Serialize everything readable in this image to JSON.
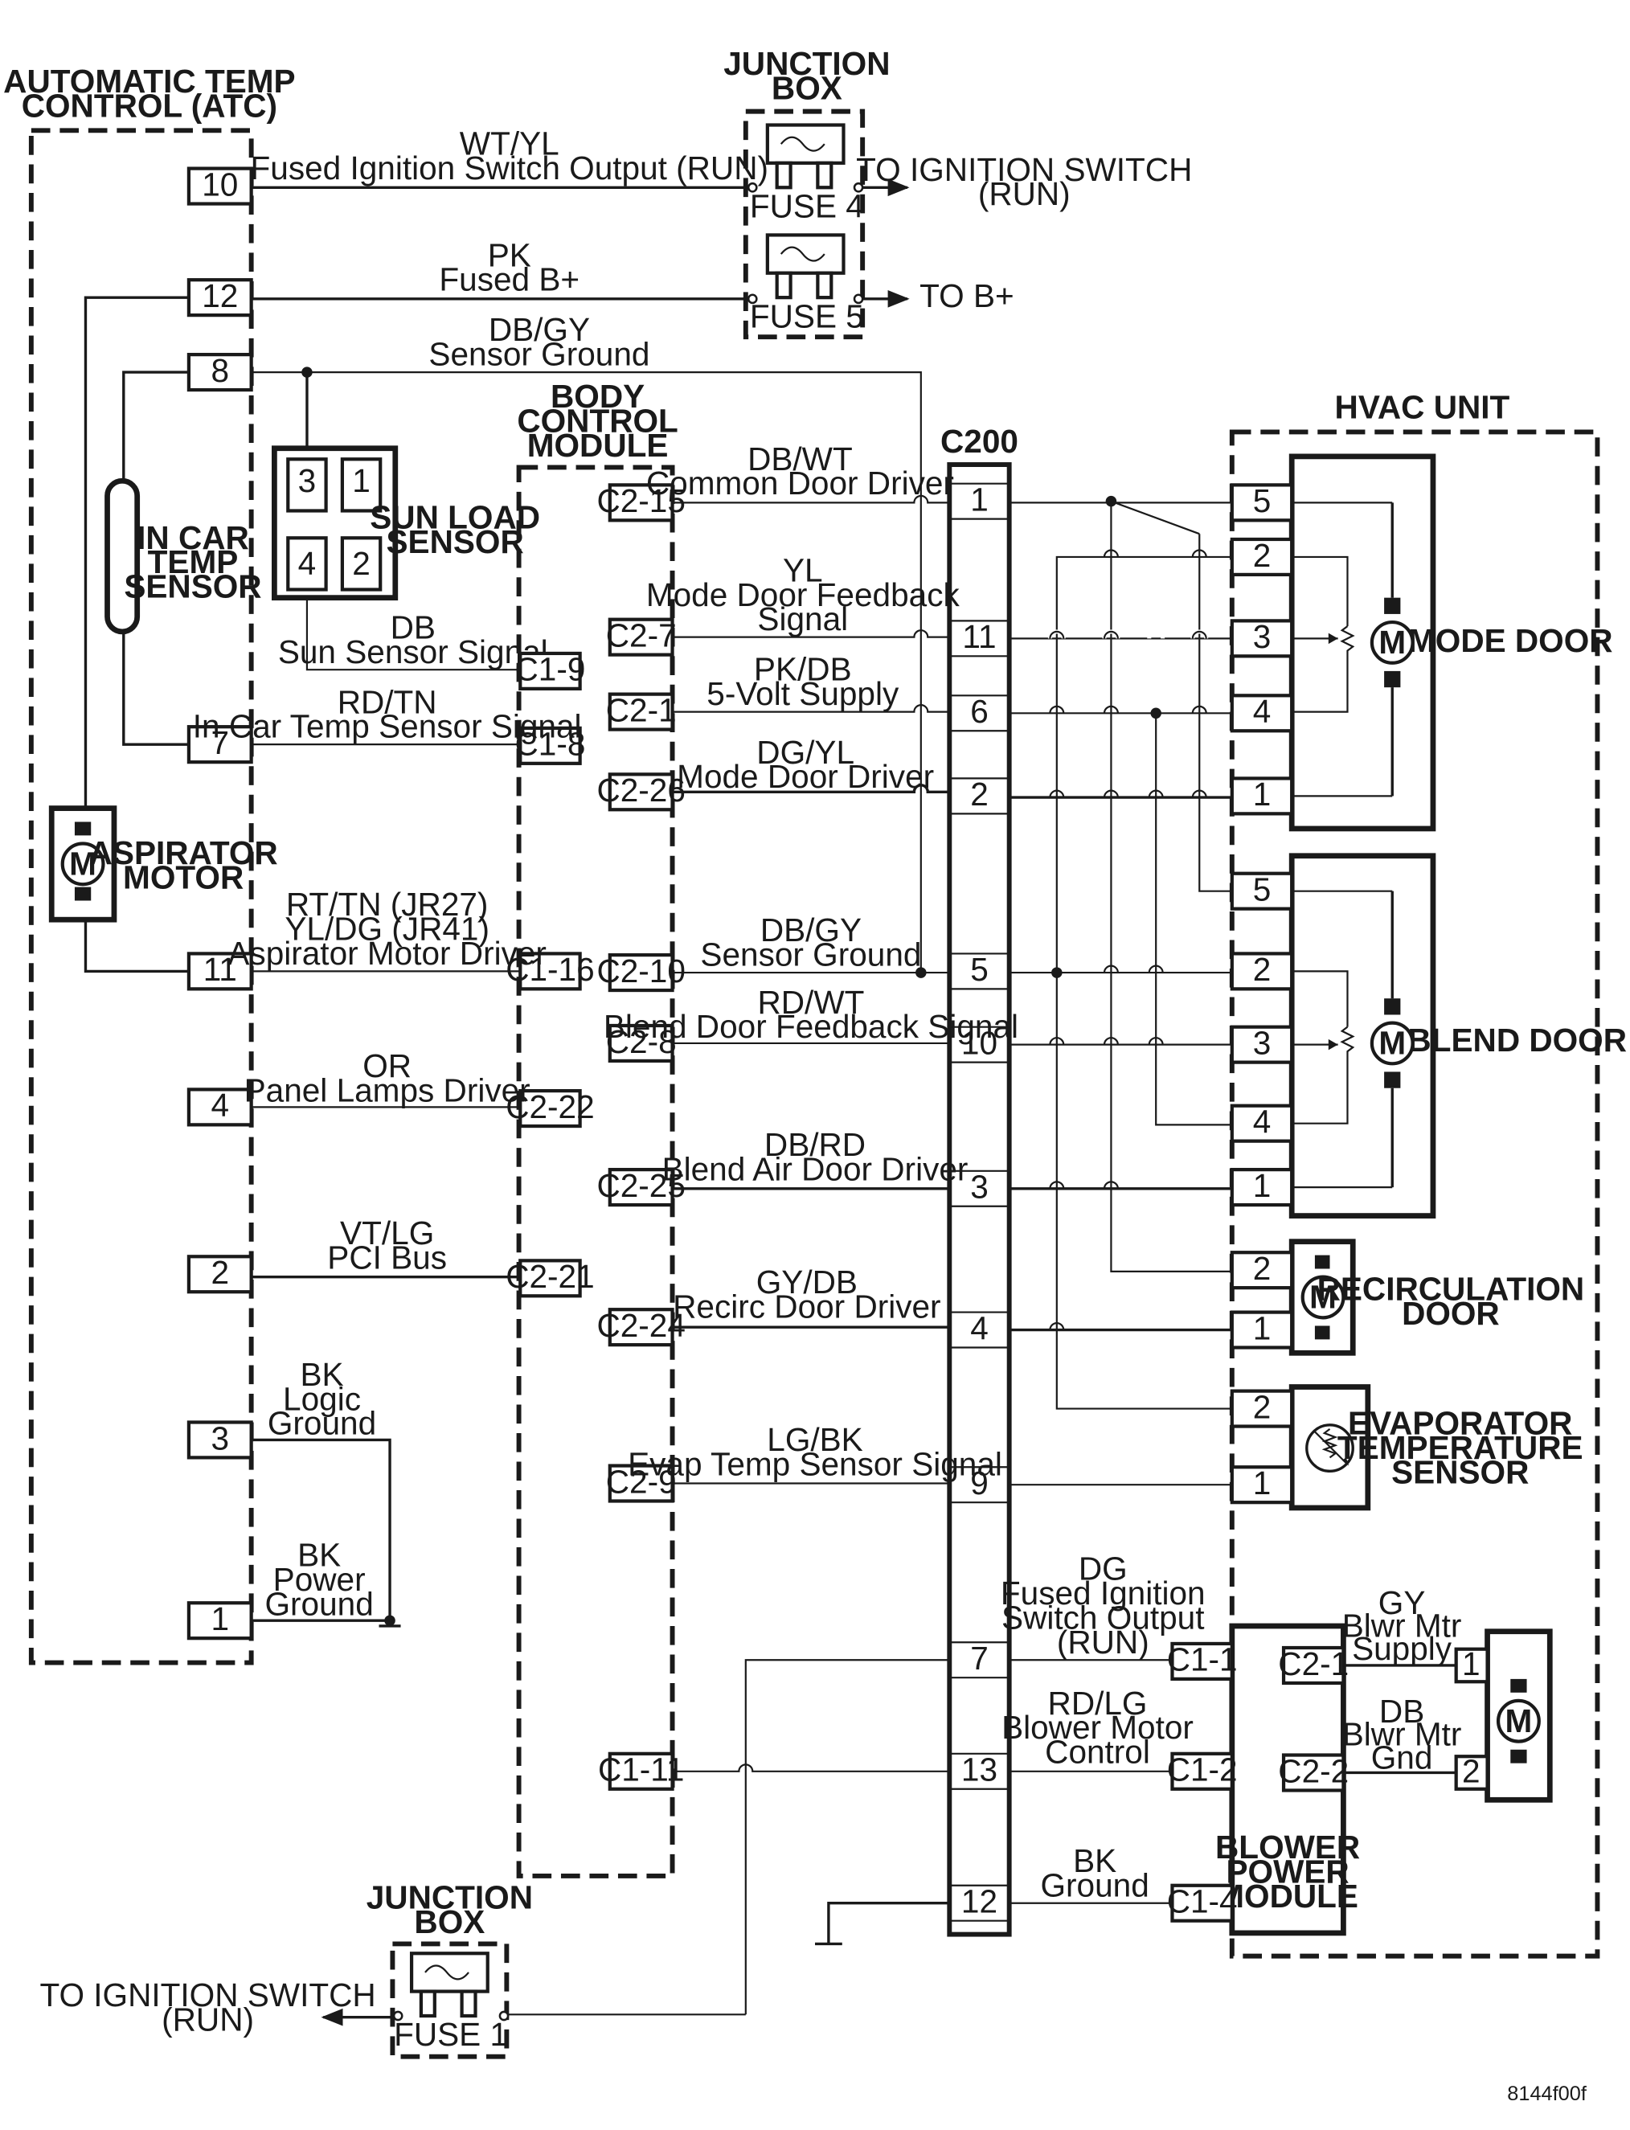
{
  "diagram_id": "8144f00f",
  "modules": {
    "atc": {
      "title_line1": "AUTOMATIC TEMP",
      "title_line2": "CONTROL (ATC)"
    },
    "junction_box_top": {
      "title_line1": "JUNCTION",
      "title_line2": "BOX",
      "fuse4": "FUSE 4",
      "fuse5": "FUSE 5"
    },
    "junction_box_bottom": {
      "title_line1": "JUNCTION",
      "title_line2": "BOX",
      "fuse1": "FUSE 1"
    },
    "bcm": {
      "title_line1": "BODY",
      "title_line2": "CONTROL",
      "title_line3": "MODULE"
    },
    "c200": {
      "title": "C200"
    },
    "hvac": {
      "title": "HVAC UNIT"
    },
    "sun_load_sensor": {
      "line1": "SUN LOAD",
      "line2": "SENSOR",
      "pins": [
        "3",
        "1",
        "4",
        "2"
      ]
    },
    "in_car_temp_sensor": {
      "line1": "IN CAR",
      "line2": "TEMP",
      "line3": "SENSOR"
    },
    "aspirator_motor": {
      "line1": "ASPIRATOR",
      "line2": "MOTOR"
    },
    "mode_door": {
      "label": "MODE DOOR"
    },
    "blend_door": {
      "label": "BLEND DOOR"
    },
    "recirc_door": {
      "line1": "RECIRCULATION",
      "line2": "DOOR"
    },
    "evap_sensor": {
      "line1": "EVAPORATOR",
      "line2": "TEMPERATURE",
      "line3": "SENSOR"
    },
    "blower_module": {
      "line1": "BLOWER",
      "line2": "POWER",
      "line3": "MODULE"
    },
    "motor_symbol": "M"
  },
  "destinations": {
    "ign_run_top_line1": "TO IGNITION SWITCH",
    "ign_run_top_line2": "(RUN)",
    "b_plus": "TO B+",
    "ign_run_bottom_line1": "TO IGNITION SWITCH",
    "ign_run_bottom_line2": "(RUN)"
  },
  "atc_pins": [
    "10",
    "12",
    "8",
    "7",
    "11",
    "4",
    "2",
    "3",
    "1"
  ],
  "bcm_pins_left": [
    "C1-9",
    "C1-8",
    "C1-16",
    "C2-22",
    "C2-21"
  ],
  "bcm_pins_right": [
    "C2-15",
    "C2-7",
    "C2-1",
    "C2-26",
    "C2-10",
    "C2-8",
    "C2-25",
    "C2-24",
    "C2-9",
    "C1-11"
  ],
  "c200_pins": [
    "1",
    "11",
    "6",
    "2",
    "5",
    "10",
    "3",
    "4",
    "9",
    "7",
    "13",
    "12"
  ],
  "mode_door_pins": [
    "5",
    "2",
    "3",
    "4",
    "1"
  ],
  "blend_door_pins": [
    "5",
    "2",
    "3",
    "4",
    "1"
  ],
  "recirc_pins": [
    "2",
    "1"
  ],
  "evap_pins": [
    "2",
    "1"
  ],
  "blower_module_pins": [
    "C1-1",
    "C1-2",
    "C1-4",
    "C2-1",
    "C2-2"
  ],
  "blower_motor_pins": [
    "1",
    "2"
  ],
  "wires": {
    "w10": {
      "color": "WT/YL",
      "desc": "Fused Ignition Switch Output (RUN)"
    },
    "w12": {
      "color": "PK",
      "desc": "Fused B+"
    },
    "w8": {
      "color": "DB/GY",
      "desc": "Sensor Ground"
    },
    "sun": {
      "color": "DB",
      "desc": "Sun Sensor Signal"
    },
    "incar": {
      "color": "RD/TN",
      "desc": "In Car Temp Sensor Signal"
    },
    "asp": {
      "color1": "RT/TN (JR27)",
      "color2": "YL/DG (JR41)",
      "desc": "Aspirator Motor Driver"
    },
    "panel": {
      "color": "OR",
      "desc": "Panel Lamps Driver"
    },
    "pci": {
      "color": "VT/LG",
      "desc": "PCI Bus"
    },
    "logic": {
      "color": "BK",
      "desc1": "Logic",
      "desc2": "Ground"
    },
    "power": {
      "color": "BK",
      "desc1": "Power",
      "desc2": "Ground"
    },
    "common": {
      "color": "DB/WT",
      "desc": "Common Door Driver"
    },
    "modefb": {
      "color": "YL",
      "desc1": "Mode Door Feedback",
      "desc2": "Signal"
    },
    "fivev": {
      "color": "PK/DB",
      "desc": "5-Volt Supply"
    },
    "modedrv": {
      "color": "DG/YL",
      "desc": "Mode Door Driver"
    },
    "sensgnd": {
      "color": "DB/GY",
      "desc": "Sensor Ground"
    },
    "blendfb": {
      "color": "RD/WT",
      "desc": "Blend Door Feedback Signal"
    },
    "blenddrv": {
      "color": "DB/RD",
      "desc": "Blend Air Door Driver"
    },
    "recirc": {
      "color": "GY/DB",
      "desc": "Recirc Door Driver"
    },
    "evap": {
      "color": "LG/BK",
      "desc": "Evap Temp Sensor Signal"
    },
    "ign7": {
      "color": "DG",
      "desc1": "Fused Ignition",
      "desc2": "Switch Output",
      "desc3": "(RUN)"
    },
    "blwctl": {
      "color": "RD/LG",
      "desc1": "Blower Motor",
      "desc2": "Control"
    },
    "gnd12": {
      "color": "BK",
      "desc": "Ground"
    },
    "blwsup": {
      "color": "GY",
      "desc1": "Blwr Mtr",
      "desc2": "Supply"
    },
    "blwgnd": {
      "color": "DB",
      "desc1": "Blwr Mtr",
      "desc2": "Gnd"
    }
  }
}
